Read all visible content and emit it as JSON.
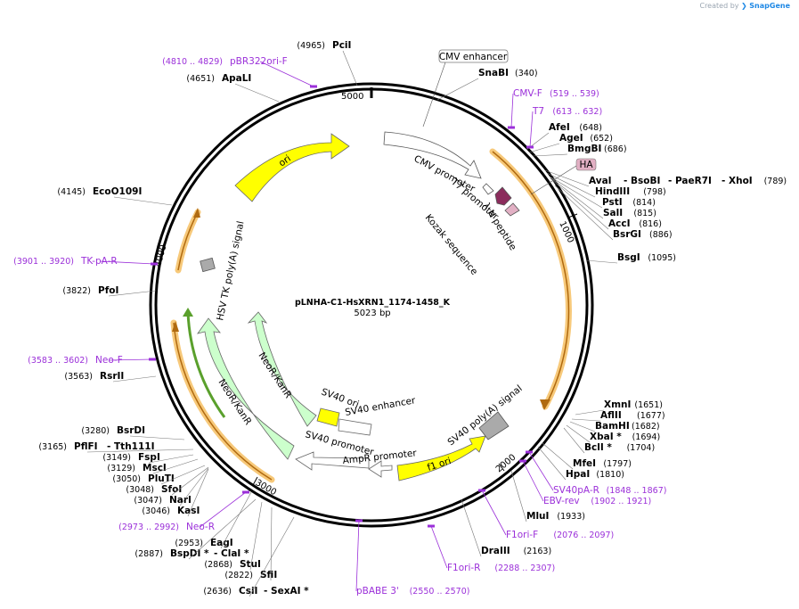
{
  "credit": {
    "prefix": "Created by",
    "brand": "SnapGene",
    "icon": "snapgene-logo-icon"
  },
  "plasmid": {
    "name": "pLNHA-C1-HsXRN1_1174-1458_K",
    "length": "5023 bp",
    "total_bp": 5023
  },
  "ticks": [
    "1000",
    "2000",
    "3000",
    "4000",
    "5000"
  ],
  "enzymes": [
    {
      "name": "PciI",
      "pos": "(4965)"
    },
    {
      "name": "ApaLI",
      "pos": "(4651)"
    },
    {
      "name": "SnaBI",
      "pos": "(340)"
    },
    {
      "name": "AfeI",
      "pos": "(648)"
    },
    {
      "name": "AgeI",
      "pos": "(652)"
    },
    {
      "name": "BmgBI",
      "pos": "(686)"
    },
    {
      "name": "AvaI",
      "pos": ""
    },
    {
      "name": "- BsoBI",
      "pos": ""
    },
    {
      "name": "- PaeR7I",
      "pos": ""
    },
    {
      "name": "- XhoI",
      "pos": "(789)"
    },
    {
      "name": "HindIII",
      "pos": "(798)"
    },
    {
      "name": "PstI",
      "pos": "(814)"
    },
    {
      "name": "SalI",
      "pos": "(815)"
    },
    {
      "name": "AccI",
      "pos": "(816)"
    },
    {
      "name": "BsrGI",
      "pos": "(886)"
    },
    {
      "name": "BsgI",
      "pos": "(1095)"
    },
    {
      "name": "EcoO109I",
      "pos": "(4145)"
    },
    {
      "name": "PfoI",
      "pos": "(3822)"
    },
    {
      "name": "RsrII",
      "pos": "(3563)"
    },
    {
      "name": "XmnI",
      "pos": "(1651)"
    },
    {
      "name": "AflII",
      "pos": "(1677)"
    },
    {
      "name": "BamHI",
      "pos": "(1682)"
    },
    {
      "name": "XbaI *",
      "pos": "(1694)"
    },
    {
      "name": "BclI *",
      "pos": "(1704)"
    },
    {
      "name": "MfeI",
      "pos": "(1797)"
    },
    {
      "name": "HpaI",
      "pos": "(1810)"
    },
    {
      "name": "MluI",
      "pos": "(1933)"
    },
    {
      "name": "DraIII",
      "pos": "(2163)"
    },
    {
      "name": "BsrDI",
      "pos": "(3280)"
    },
    {
      "name": "PflFI",
      "pos": "(3165)"
    },
    {
      "name": "- Tth111I",
      "pos": ""
    },
    {
      "name": "FspI",
      "pos": "(3149)"
    },
    {
      "name": "MscI",
      "pos": "(3129)"
    },
    {
      "name": "PluTI",
      "pos": "(3050)"
    },
    {
      "name": "SfoI",
      "pos": "(3048)"
    },
    {
      "name": "NarI",
      "pos": "(3047)"
    },
    {
      "name": "KasI",
      "pos": "(3046)"
    },
    {
      "name": "EagI",
      "pos": "(2953)"
    },
    {
      "name": "BspDI *",
      "pos": "(2887)"
    },
    {
      "name": "- ClaI *",
      "pos": ""
    },
    {
      "name": "StuI",
      "pos": "(2868)"
    },
    {
      "name": "SfiI",
      "pos": "(2822)"
    },
    {
      "name": "CsiI",
      "pos": "(2636)"
    },
    {
      "name": "- SexAI *",
      "pos": ""
    }
  ],
  "primers": [
    {
      "name": "pBR322ori-F",
      "range": "(4810 .. 4829)"
    },
    {
      "name": "CMV-F",
      "range": "(519 .. 539)"
    },
    {
      "name": "T7",
      "range": "(613 .. 632)"
    },
    {
      "name": "TK-pA-R",
      "range": "(3901 .. 3920)"
    },
    {
      "name": "Neo-F",
      "range": "(3583 .. 3602)"
    },
    {
      "name": "SV40pA-R",
      "range": "(1848 .. 1867)"
    },
    {
      "name": "EBV-rev",
      "range": "(1902 .. 1921)"
    },
    {
      "name": "F1ori-F",
      "range": "(2076 .. 2097)"
    },
    {
      "name": "F1ori-R",
      "range": "(2288 .. 2307)"
    },
    {
      "name": "pBABE 3'",
      "range": "(2550 .. 2570)"
    },
    {
      "name": "Neo-R",
      "range": "(2973 .. 2992)"
    }
  ],
  "features": [
    {
      "name": "CMV enhancer"
    },
    {
      "name": "HA"
    },
    {
      "name": "CMV promoter"
    },
    {
      "name": "T7 promoter"
    },
    {
      "name": "λ N peptide"
    },
    {
      "name": "Kozak sequence"
    },
    {
      "name": "ori"
    },
    {
      "name": "HSV TK poly(A) signal"
    },
    {
      "name": "NeoR/KanR"
    },
    {
      "name": "NeoR/KanR"
    },
    {
      "name": "SV40 ori"
    },
    {
      "name": "SV40 enhancer"
    },
    {
      "name": "SV40 promoter"
    },
    {
      "name": "AmpR promoter"
    },
    {
      "name": "f1 ori"
    },
    {
      "name": "SV40 poly(A) signal"
    }
  ],
  "colors": {
    "backbone": "#000000",
    "primer": "#9b30d9",
    "ori": "#ffff00",
    "neo": "#ccffcc",
    "orf_highlight": "#f7c97a",
    "orf_line": "#c0730e",
    "neo_orf": "#66bb33",
    "nterm": "#8b2c5c",
    "ha": "#e2b0c4"
  }
}
